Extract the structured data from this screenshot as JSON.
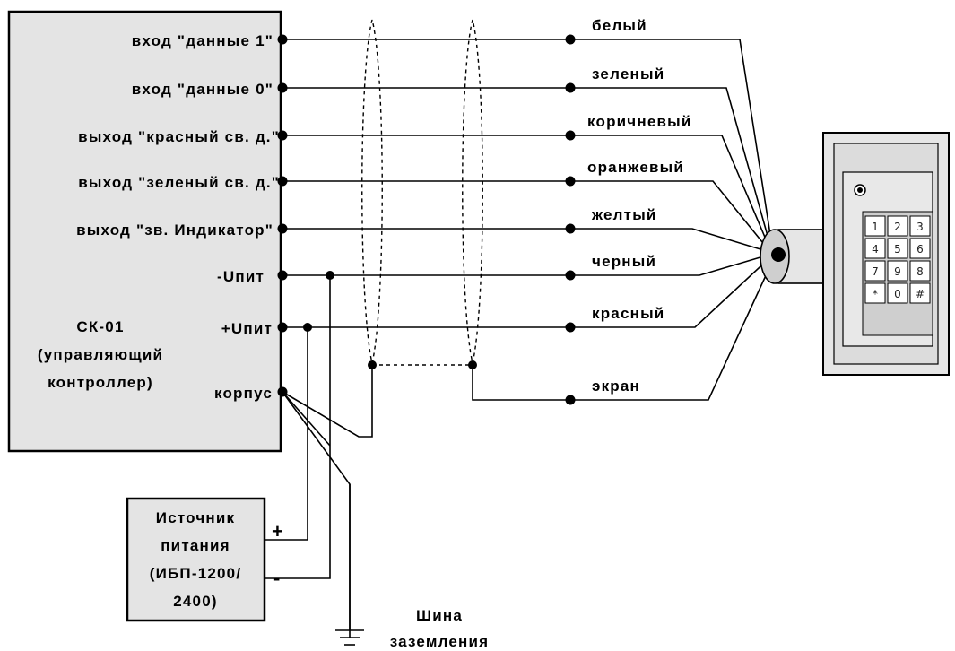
{
  "controller": {
    "pins": [
      "вход \"данные 1\"",
      "вход \"данные 0\"",
      "выход \"красный св. д.\"",
      "выход \"зеленый св. д.\"",
      "выход \"зв. Индикатор\"",
      "-Uпит",
      "+Uпит",
      "корпус"
    ],
    "title_lines": [
      "СК-01",
      "(управляющий",
      "контроллер)"
    ]
  },
  "wires": [
    "белый",
    "зеленый",
    "коричневый",
    "оранжевый",
    "желтый",
    "черный",
    "красный",
    "экран"
  ],
  "power_supply": {
    "lines": [
      "Источник",
      "питания",
      "(ИБП-1200/",
      "2400)"
    ],
    "plus": "+",
    "minus": "-"
  },
  "ground_bus": [
    "Шина",
    "заземления"
  ],
  "keypad": {
    "keys": [
      "1",
      "2",
      "3",
      "4",
      "5",
      "6",
      "7",
      "9",
      "8",
      "*",
      "0",
      "#"
    ]
  },
  "colors": {
    "box_fill": "#e4e4e4",
    "device_fill": "#e6e6e6",
    "line": "#000000"
  }
}
